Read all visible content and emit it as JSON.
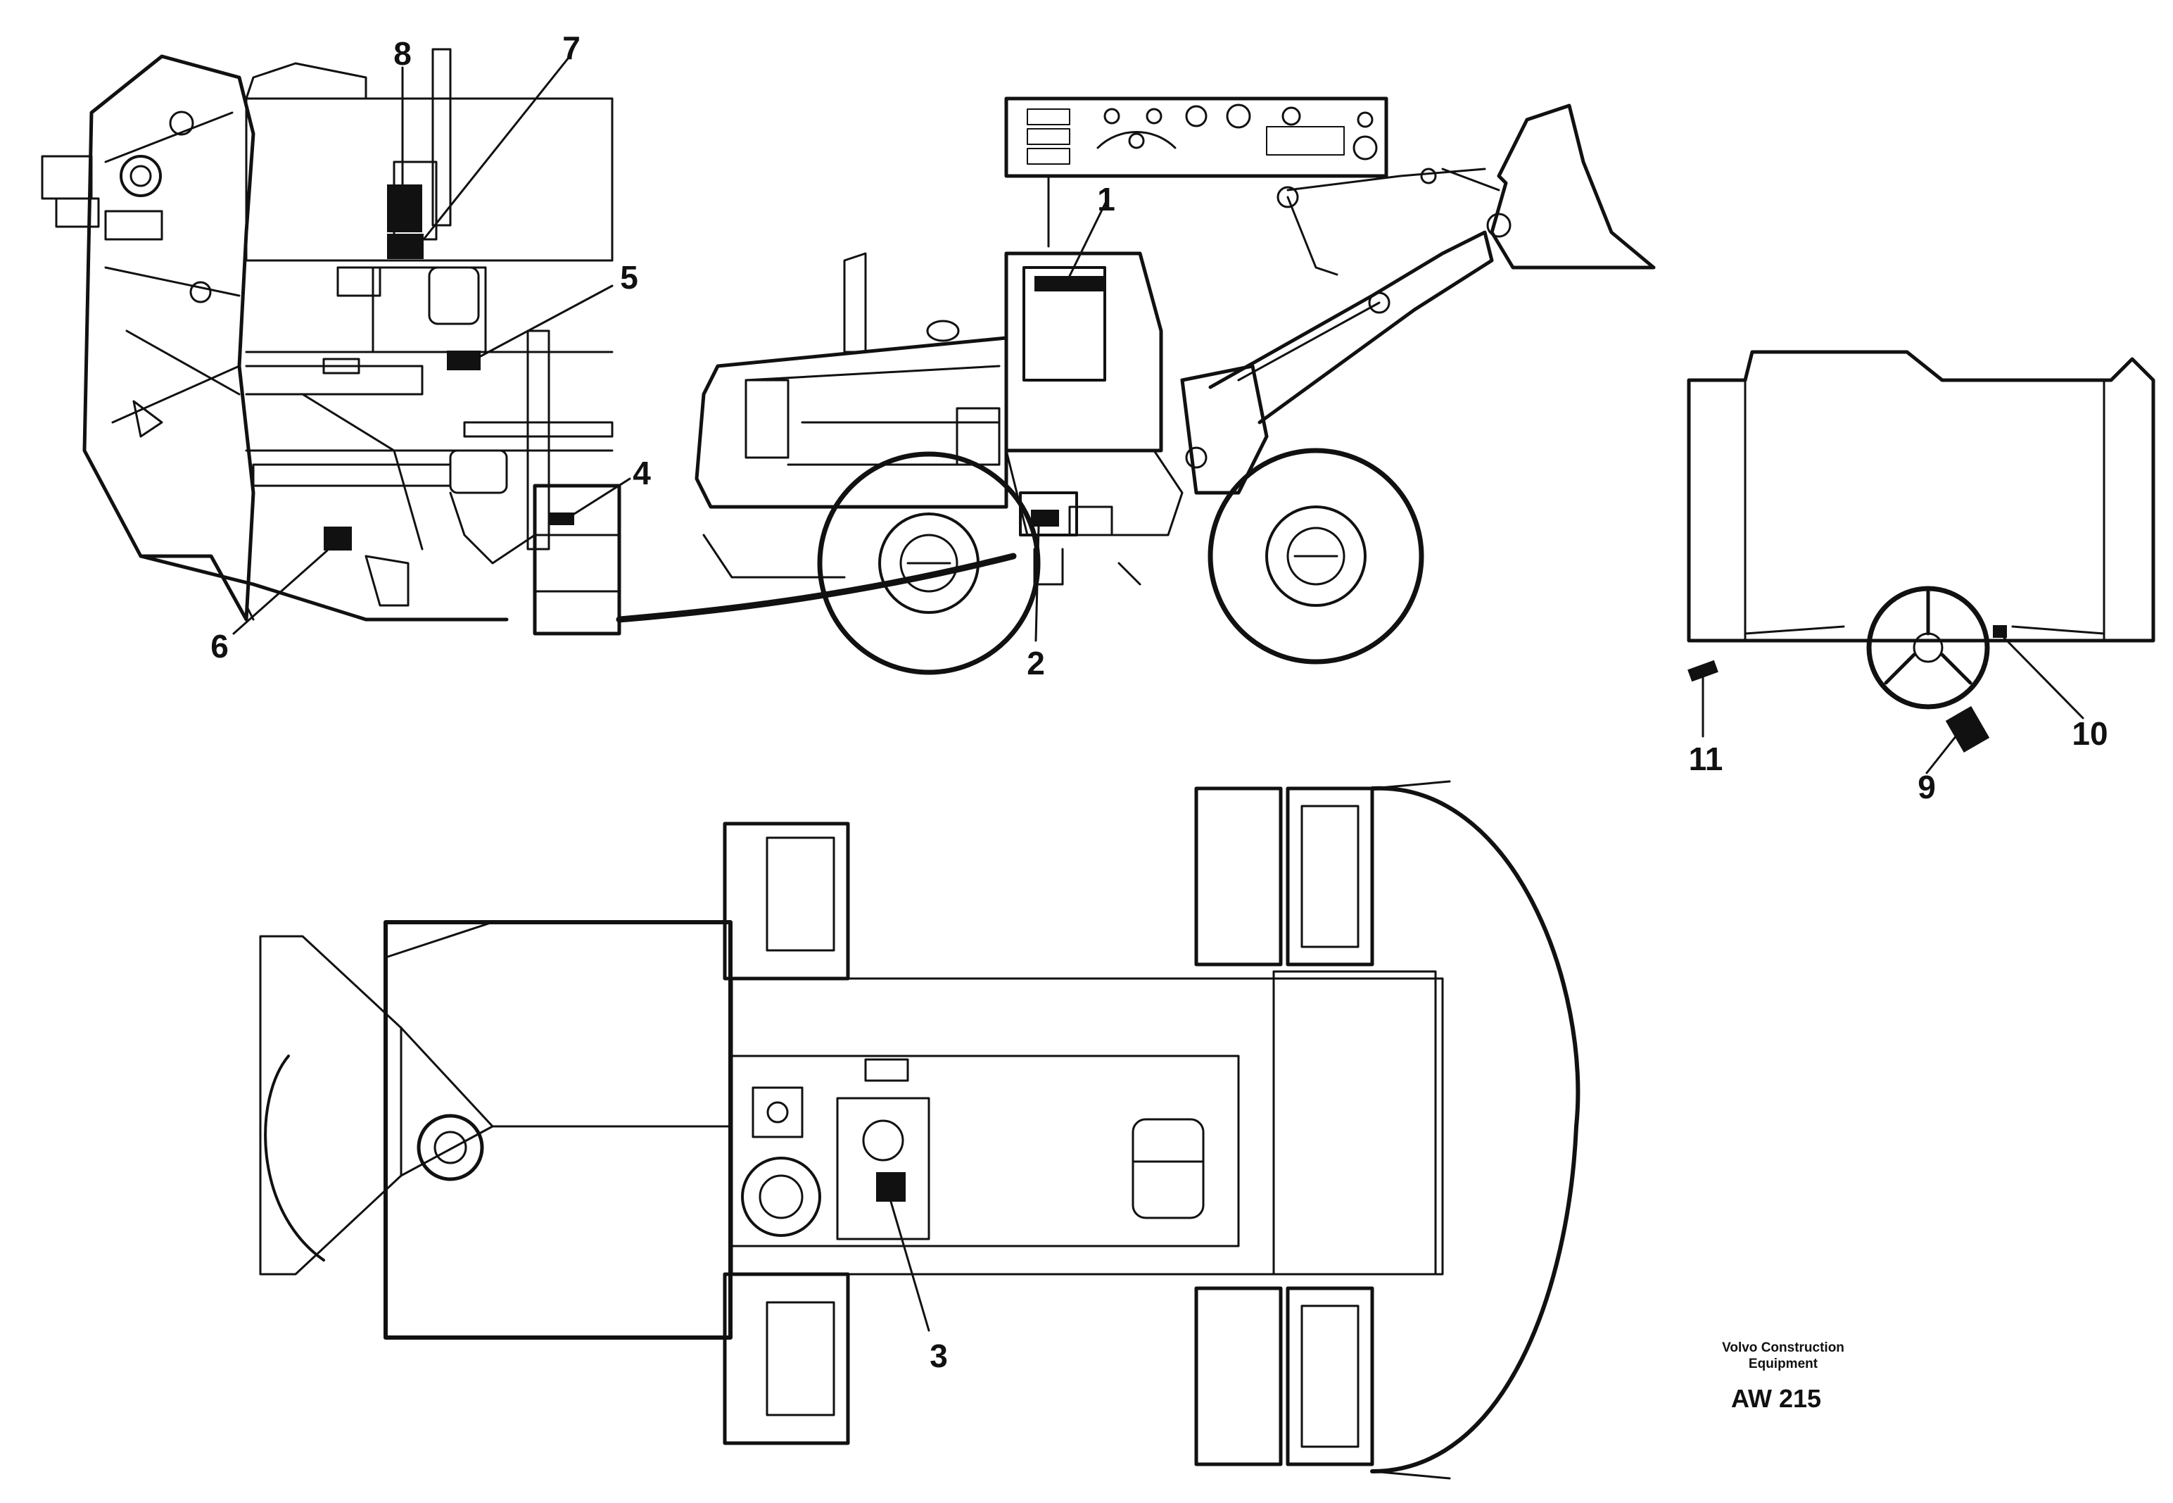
{
  "callouts": {
    "n1": "1",
    "n2": "2",
    "n3": "3",
    "n4": "4",
    "n5": "5",
    "n6": "6",
    "n7": "7",
    "n8": "8",
    "n9": "9",
    "n10": "10",
    "n11": "11"
  },
  "caption": {
    "company_line1": "Volvo Construction",
    "company_line2": "Equipment",
    "drawing_code": "AW 215"
  },
  "colors": {
    "line": "#111111",
    "decal": "#111111",
    "background": "#ffffff"
  }
}
